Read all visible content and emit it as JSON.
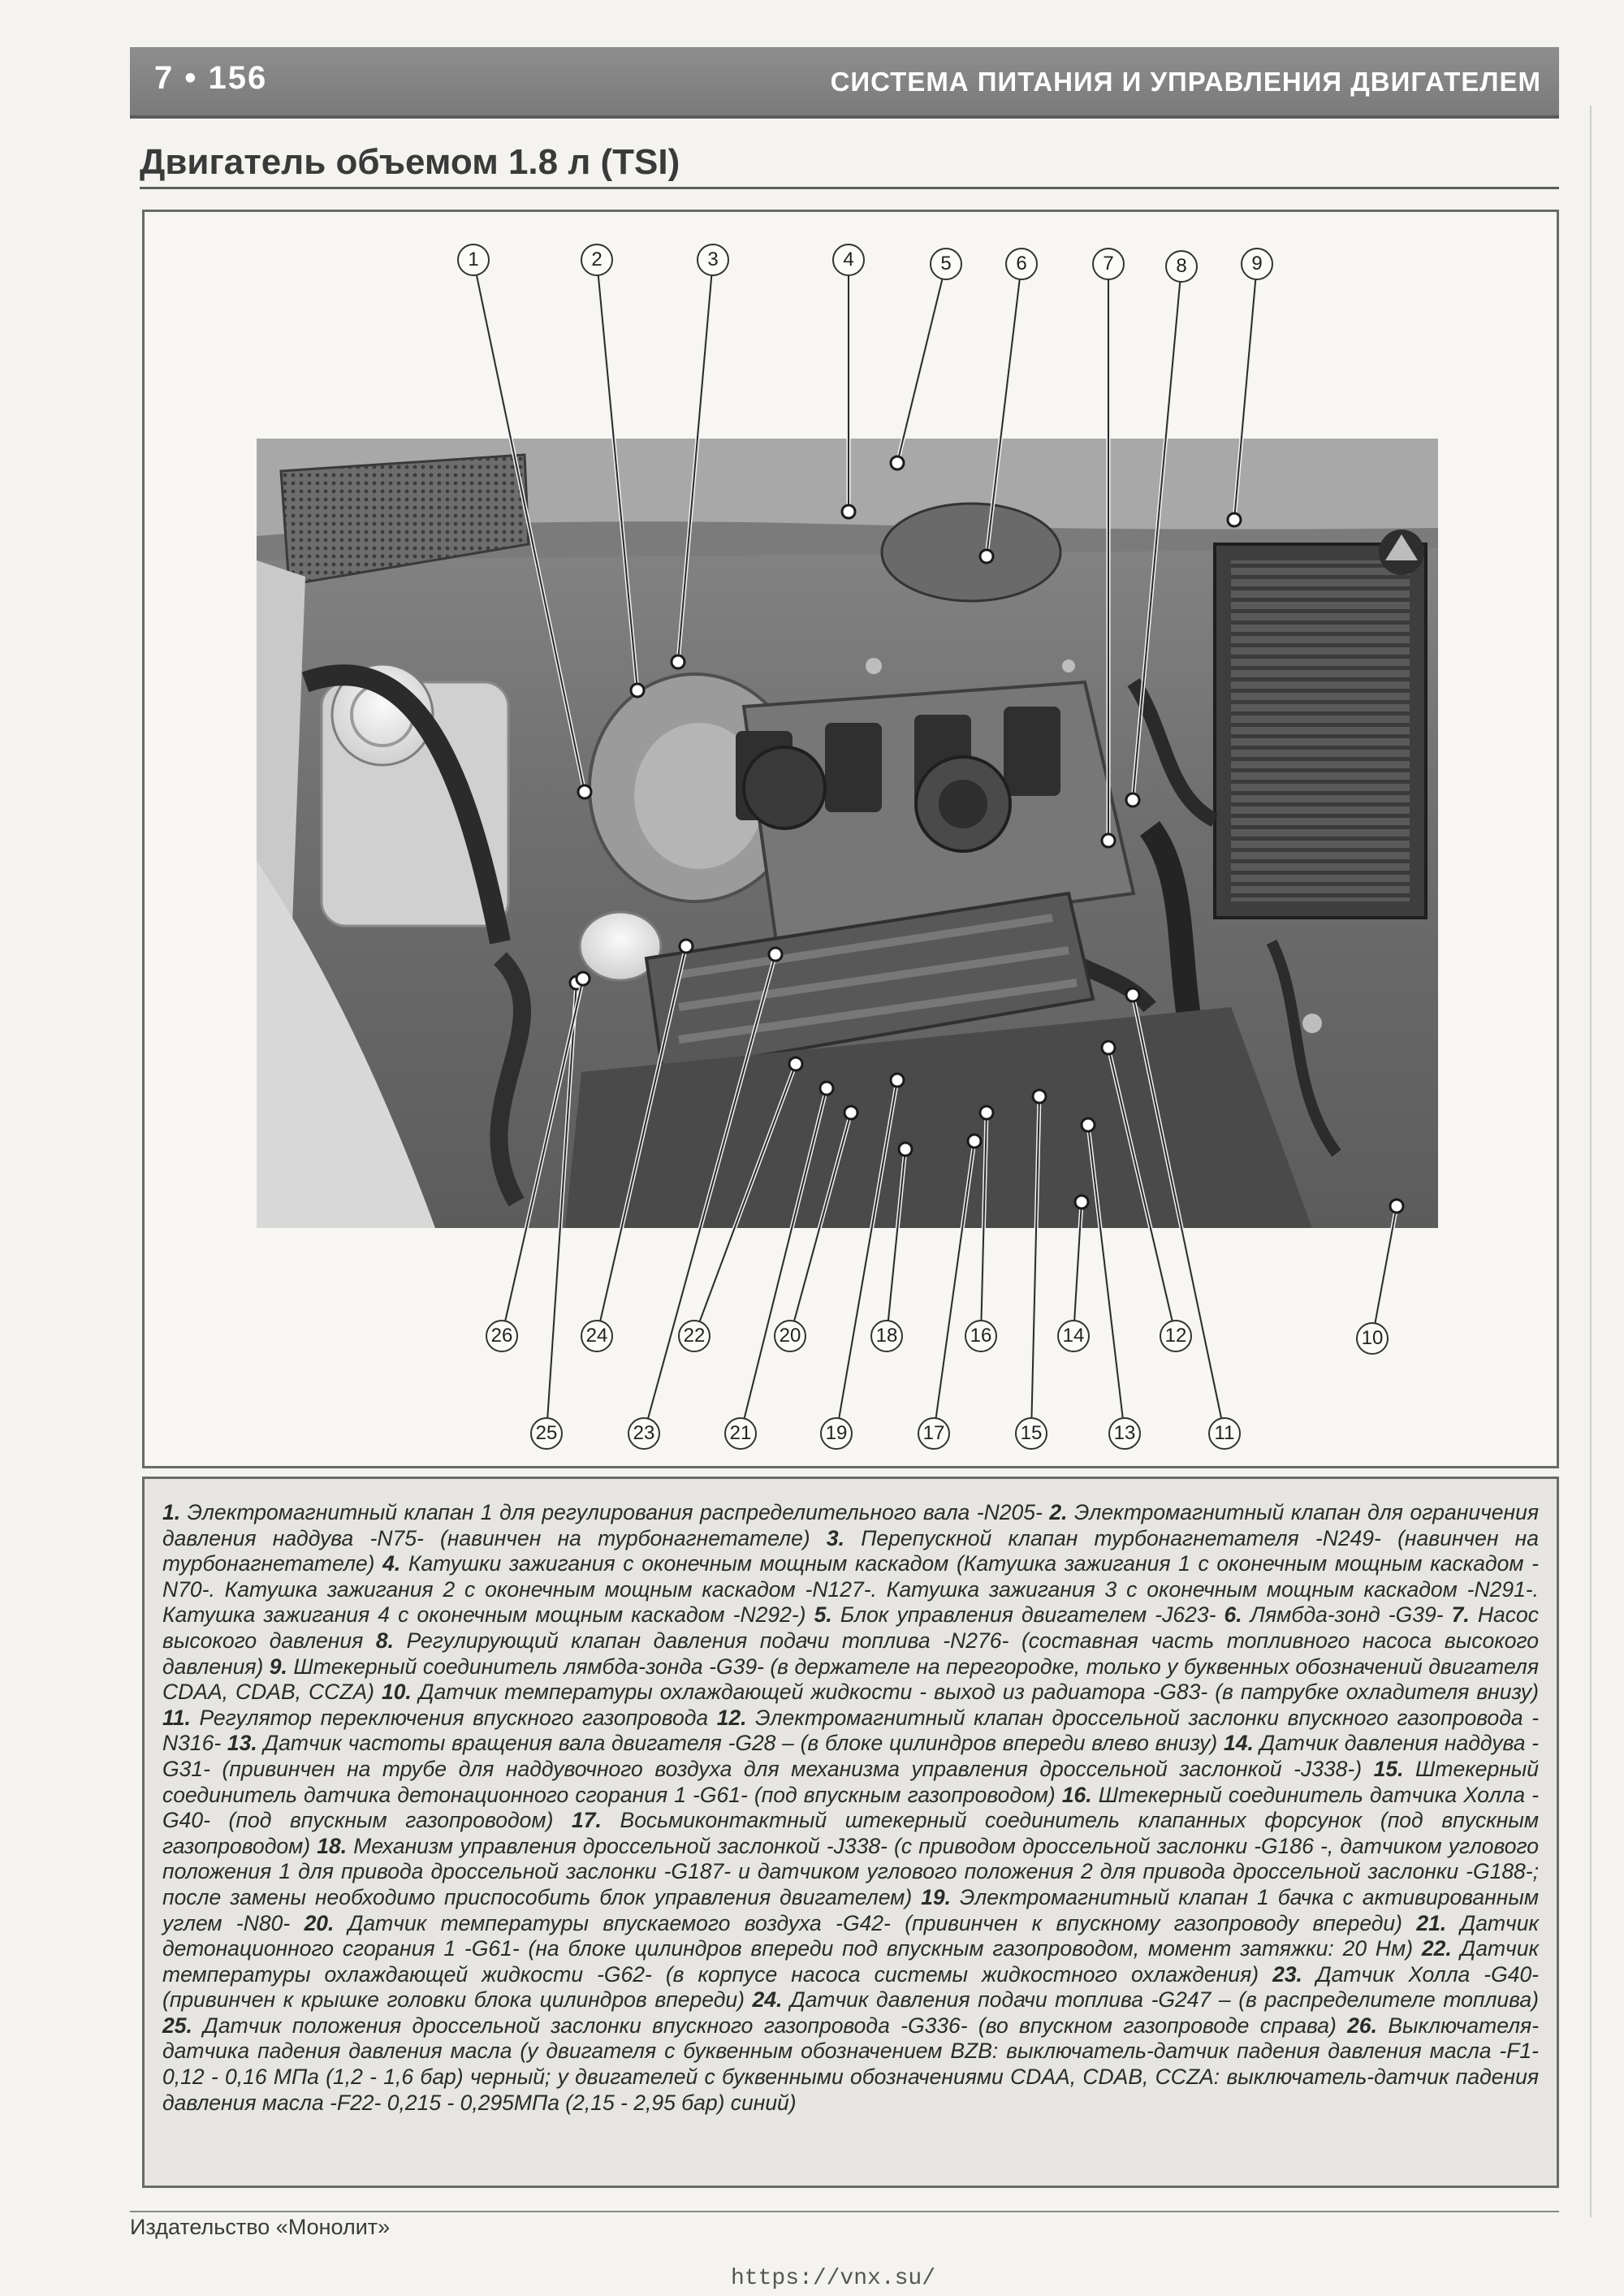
{
  "header": {
    "page_number": "7 • 156",
    "section_title": "СИСТЕМА ПИТАНИЯ И УПРАВЛЕНИЯ ДВИГАТЕЛЕМ"
  },
  "document": {
    "title": "Двигатель объемом 1.8 л (TSI)"
  },
  "figure": {
    "callout_labels": [
      "1",
      "2",
      "3",
      "4",
      "5",
      "6",
      "7",
      "8",
      "9",
      "10",
      "11",
      "12",
      "13",
      "14",
      "15",
      "16",
      "17",
      "18",
      "19",
      "20",
      "21",
      "22",
      "23",
      "24",
      "25",
      "26"
    ]
  },
  "caption": {
    "items": [
      {
        "num": "1.",
        "text": "Электромагнитный клапан 1 для регулирования распределительного вала -N205-"
      },
      {
        "num": "2.",
        "text": "Электромагнитный клапан для ограничения давления наддува -N75- (навинчен на турбонагнетателе)"
      },
      {
        "num": "3.",
        "text": "Перепускной клапан турбонагнетателя -N249- (навинчен на турбонагнетателе)"
      },
      {
        "num": "4.",
        "text": "Катушки зажигания с оконечным мощным каскадом (Катушка зажигания 1 с оконечным мощным каскадом -N70-. Катушка зажигания 2 с оконечным мощным каскадом -N127-. Катушка зажигания 3 с оконечным мощным каскадом -N291-. Катушка зажигания 4 с оконечным мощным каскадом -N292-)"
      },
      {
        "num": "5.",
        "text": "Блок управления двигателем -J623-"
      },
      {
        "num": "6.",
        "text": "Лямбда-зонд -G39-"
      },
      {
        "num": "7.",
        "text": "Насос высокого давления"
      },
      {
        "num": "8.",
        "text": "Регулирующий клапан давления подачи топлива -N276- (составная часть топливного насоса высокого давления)"
      },
      {
        "num": "9.",
        "text": "Штекерный соединитель лямбда-зонда -G39- (в держателе на перегородке, только у буквенных обозначений двигателя CDAA, CDAB, CCZA)"
      },
      {
        "num": "10.",
        "text": "Датчик температуры охлаждающей жидкости - выход из радиатора -G83- (в патрубке охладителя внизу)"
      },
      {
        "num": "11.",
        "text": "Регулятор переключения впускного газопровода"
      },
      {
        "num": "12.",
        "text": "Электромагнитный клапан дроссельной заслонки впускного газопровода -N316-"
      },
      {
        "num": "13.",
        "text": "Датчик частоты вращения вала двигателя -G28 – (в блоке цилиндров впереди влево внизу)"
      },
      {
        "num": "14.",
        "text": "Датчик давления наддува -G31- (привинчен на трубе для наддувочного воздуха для механизма управления дроссельной заслонкой -J338-)"
      },
      {
        "num": "15.",
        "text": "Штекерный соединитель датчика детонационного сгорания 1 -G61- (под впускным газопроводом)"
      },
      {
        "num": "16.",
        "text": "Штекерный соединитель датчика Холла -G40- (под впускным газопроводом)"
      },
      {
        "num": "17.",
        "text": "Восьмиконтактный штекерный соединитель клапанных форсунок (под впускным газопроводом)"
      },
      {
        "num": "18.",
        "text": "Механизм управления дроссельной заслонкой -J338- (с приводом дроссельной заслонки -G186 -, датчиком углового положения 1 для привода дроссельной заслонки -G187- и датчиком углового положения 2 для привода дроссельной заслонки -G188-; после замены необходимо приспособить блок управления двигателем)"
      },
      {
        "num": "19.",
        "text": "Электромагнитный клапан 1 бачка с активированным углем -N80-"
      },
      {
        "num": "20.",
        "text": "Датчик температуры впускаемого воздуха -G42- (привинчен к впускному газопроводу впереди)"
      },
      {
        "num": "21.",
        "text": "Датчик детонационного сгорания 1 -G61- (на блоке цилиндров впереди под впускным газопроводом, момент затяжки: 20 Нм)"
      },
      {
        "num": "22.",
        "text": "Датчик температуры охлаждающей жидкости -G62- (в корпусе насоса системы жидкостного охлаждения)"
      },
      {
        "num": "23.",
        "text": "Датчик Холла -G40- (привинчен к крышке головки блока цилиндров впереди)"
      },
      {
        "num": "24.",
        "text": "Датчик давления подачи топлива -G247 – (в распределителе топлива)"
      },
      {
        "num": "25.",
        "text": "Датчик положения дроссельной заслонки впускного газопровода -G336- (во впускном газопроводе справа)"
      },
      {
        "num": "26.",
        "text": "Выключателя-датчика падения давления масла (у двигателя с буквенным обозначением BZB: выключатель-датчик падения давления масла -F1- 0,12 - 0,16 МПа (1,2 - 1,6 бар) черный; у двигателей с буквенными обозначениями CDAA, CDAB, CCZA: выключатель-датчик падения давления масла -F22- 0,215 - 0,295МПа (2,15 - 2,95 бар) синий)"
      }
    ]
  },
  "footer": {
    "publisher": "Издательство «Монолит»",
    "url": "https://vnx.su/"
  }
}
